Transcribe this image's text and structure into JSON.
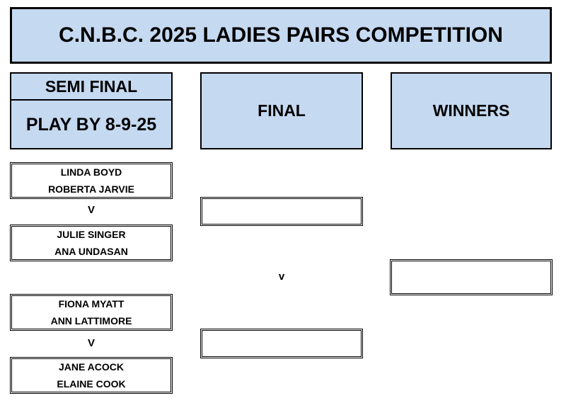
{
  "title": "C.N.B.C. 2025 LADIES PAIRS COMPETITION",
  "headers": {
    "semi_final": "SEMI FINAL",
    "play_by": "PLAY BY 8-9-25",
    "final": "FINAL",
    "winners": "WINNERS"
  },
  "semi_finals": [
    {
      "pair_a": [
        "LINDA BOYD",
        "ROBERTA JARVIE"
      ],
      "vs": "V",
      "pair_b": [
        "JULIE SINGER",
        "ANA UNDASAN"
      ]
    },
    {
      "pair_a": [
        "FIONA MYATT",
        "ANN LATTIMORE"
      ],
      "vs": "V",
      "pair_b": [
        "JANE ACOCK",
        "ELAINE COOK"
      ]
    }
  ],
  "final": {
    "slot_1": "",
    "vs": "v",
    "slot_2": ""
  },
  "winners": {
    "slot": ""
  },
  "colors": {
    "header_fill": "#c5d9f1",
    "border": "#000000"
  }
}
